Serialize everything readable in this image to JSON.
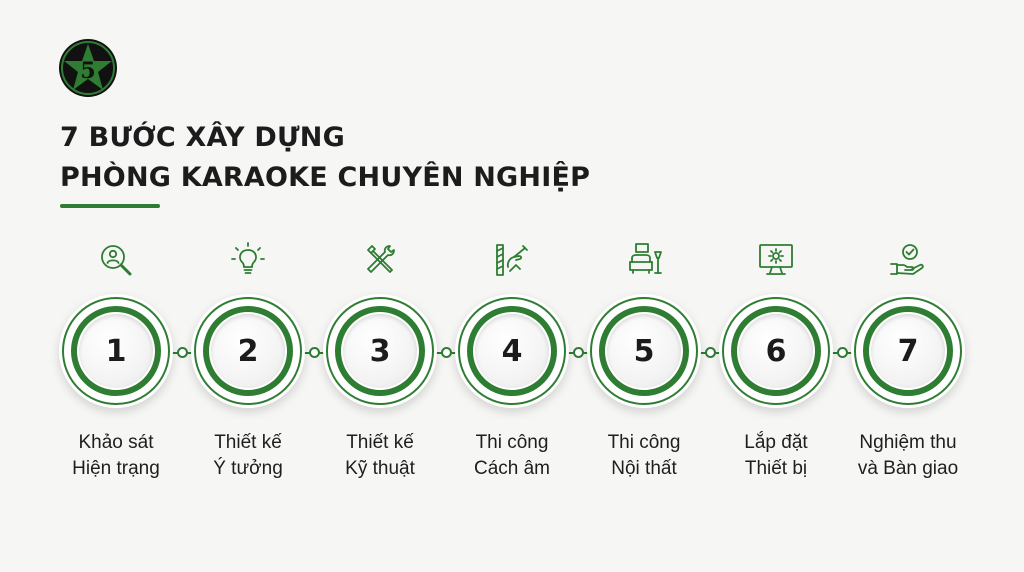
{
  "colors": {
    "accent": "#2e7d32",
    "text": "#1c1c1c",
    "background": "#f6f6f5"
  },
  "logo": {
    "icon": "star-5-logo-icon"
  },
  "title": {
    "line1": "7 BƯỚC XÂY DỰNG",
    "line2": "PHÒNG KARAOKE CHUYÊN NGHIỆP"
  },
  "steps": [
    {
      "number": "1",
      "icon": "magnifier-person-icon",
      "label_line1": "Khảo sát",
      "label_line2": "Hiện trạng"
    },
    {
      "number": "2",
      "icon": "lightbulb-icon",
      "label_line1": "Thiết kế",
      "label_line2": "Ý tưởng"
    },
    {
      "number": "3",
      "icon": "wrench-screwdriver-icon",
      "label_line1": "Thiết kế",
      "label_line2": "Kỹ thuật"
    },
    {
      "number": "4",
      "icon": "wall-soundproof-icon",
      "label_line1": "Thi công",
      "label_line2": "Cách âm"
    },
    {
      "number": "5",
      "icon": "sofa-lamp-icon",
      "label_line1": "Thi công",
      "label_line2": "Nội thất"
    },
    {
      "number": "6",
      "icon": "monitor-gear-icon",
      "label_line1": "Lắp đặt",
      "label_line2": "Thiết bị"
    },
    {
      "number": "7",
      "icon": "hand-check-icon",
      "label_line1": "Nghiệm thu",
      "label_line2": "và Bàn giao"
    }
  ]
}
